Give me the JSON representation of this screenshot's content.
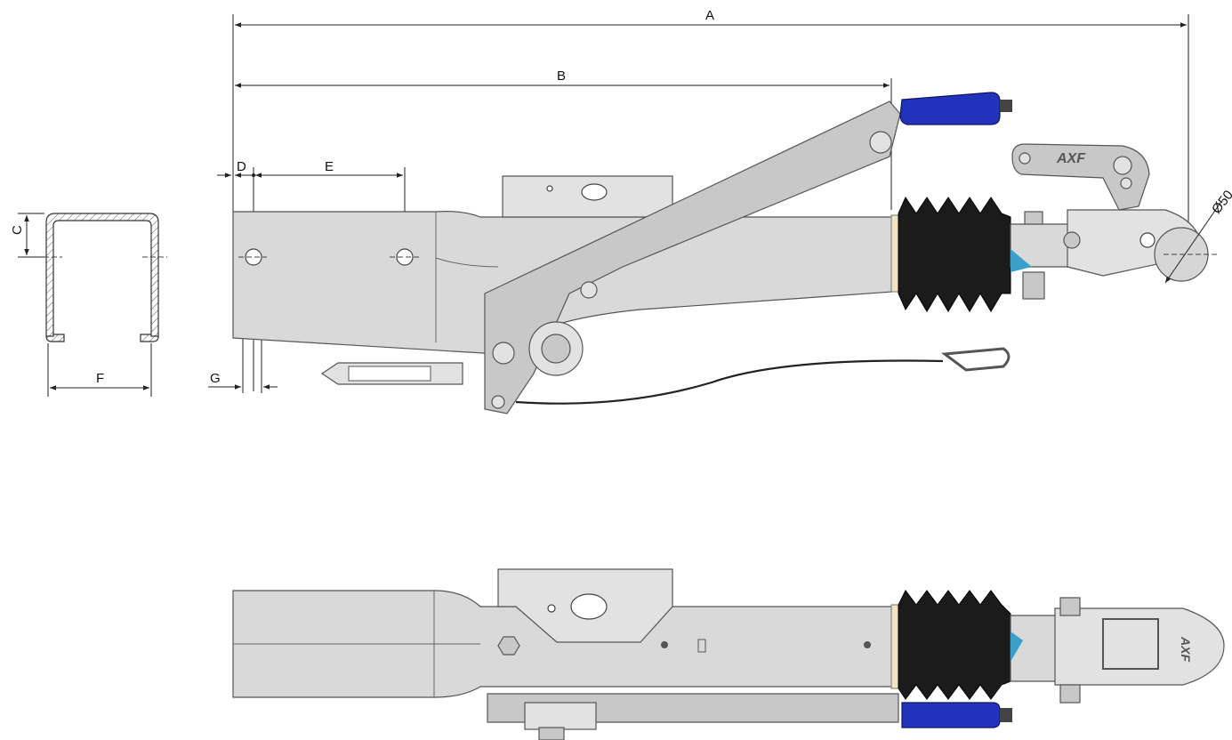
{
  "dimensions": {
    "A": "A",
    "B": "B",
    "C": "C",
    "D": "D",
    "E": "E",
    "F": "F",
    "G": "G",
    "ball_diameter": "Ø50"
  },
  "logo_text": "AXF",
  "colors": {
    "handle": "#2233bb",
    "bellows": "#1b1b1b",
    "steel": "#d9d9d9",
    "ring": "#efe6c0",
    "accent_blue": "#3aa0c8"
  }
}
